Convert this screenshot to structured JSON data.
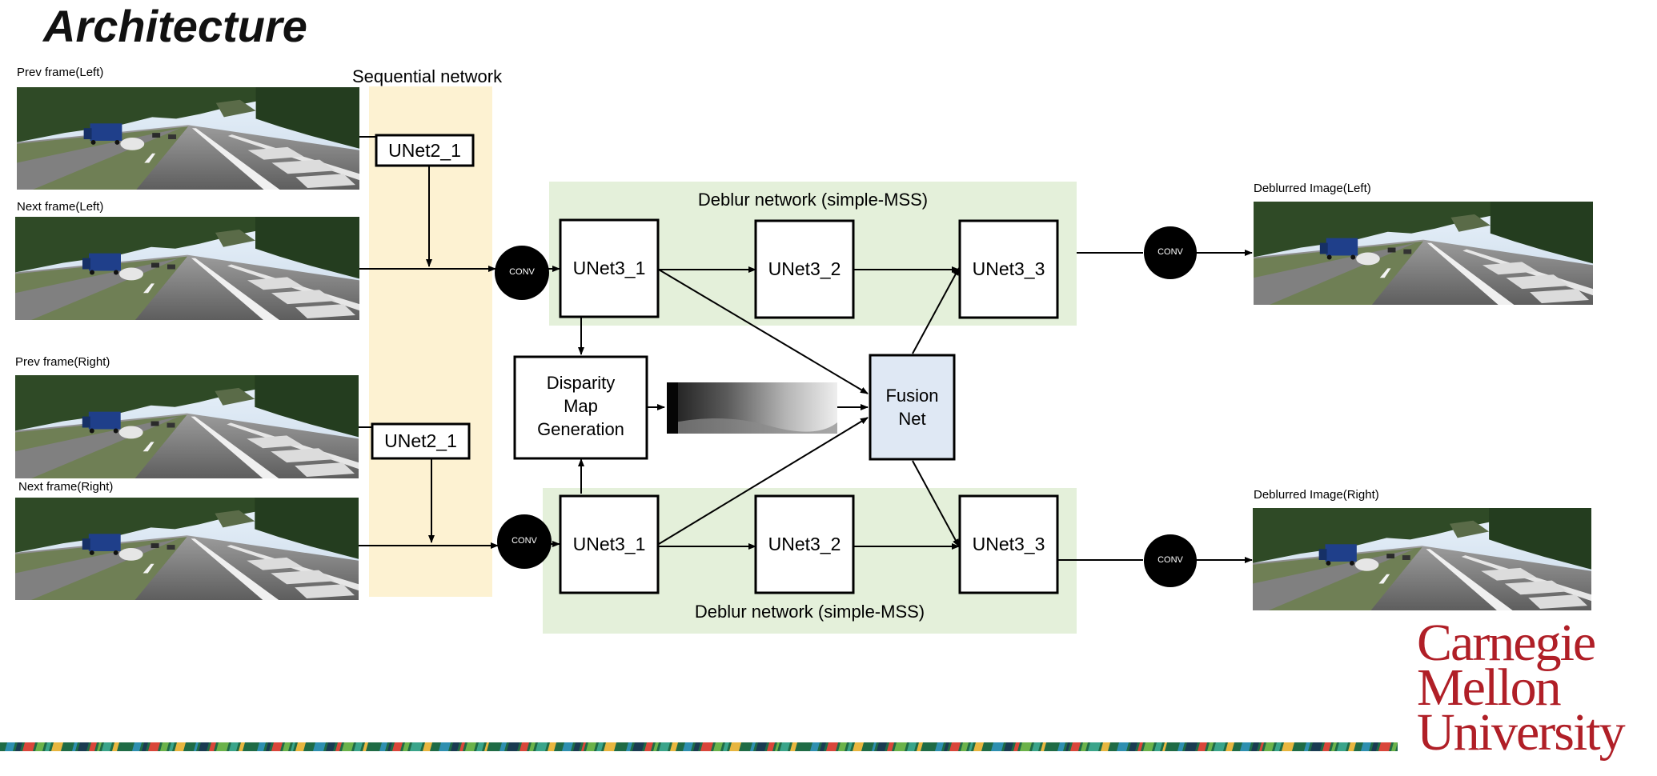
{
  "title": "Architecture",
  "captions": {
    "prev_left": "Prev frame(Left)",
    "next_left": "Next frame(Left)",
    "prev_right": "Prev frame(Right)",
    "next_right": "Next frame(Right)",
    "deblurred_left": "Deblurred Image(Left)",
    "deblurred_right": "Deblurred Image(Right)"
  },
  "sequential_network": "Sequential  network",
  "deblur_top": "Deblur network (simple-MSS)",
  "deblur_bottom": "Deblur network (simple-MSS)",
  "nodes": {
    "unet2_top": "UNet2_1",
    "unet2_bottom": "UNet2_1",
    "unet3_1_top": "UNet3_1",
    "unet3_2_top": "UNet3_2",
    "unet3_3_top": "UNet3_3",
    "unet3_1_bottom": "UNet3_1",
    "unet3_2_bottom": "UNet3_2",
    "unet3_3_bottom": "UNet3_3",
    "disparity": [
      "Disparity",
      "Map",
      "Generation"
    ],
    "fusion": [
      "Fusion",
      "Net"
    ]
  },
  "conv": "CONV",
  "logo": [
    "Carnegie",
    "Mellon",
    "University"
  ],
  "colors": {
    "sequential_bg": "#fdf2d2",
    "deblur_bg": "#e4f0da",
    "fusion_bg": "#dfe8f4",
    "logo_red": "#b01f27",
    "stripe": [
      "#1f6b45",
      "#3aa48a",
      "#d9463a",
      "#2e8fb0",
      "#e8b640",
      "#6bb24a",
      "#1a3b52"
    ]
  }
}
